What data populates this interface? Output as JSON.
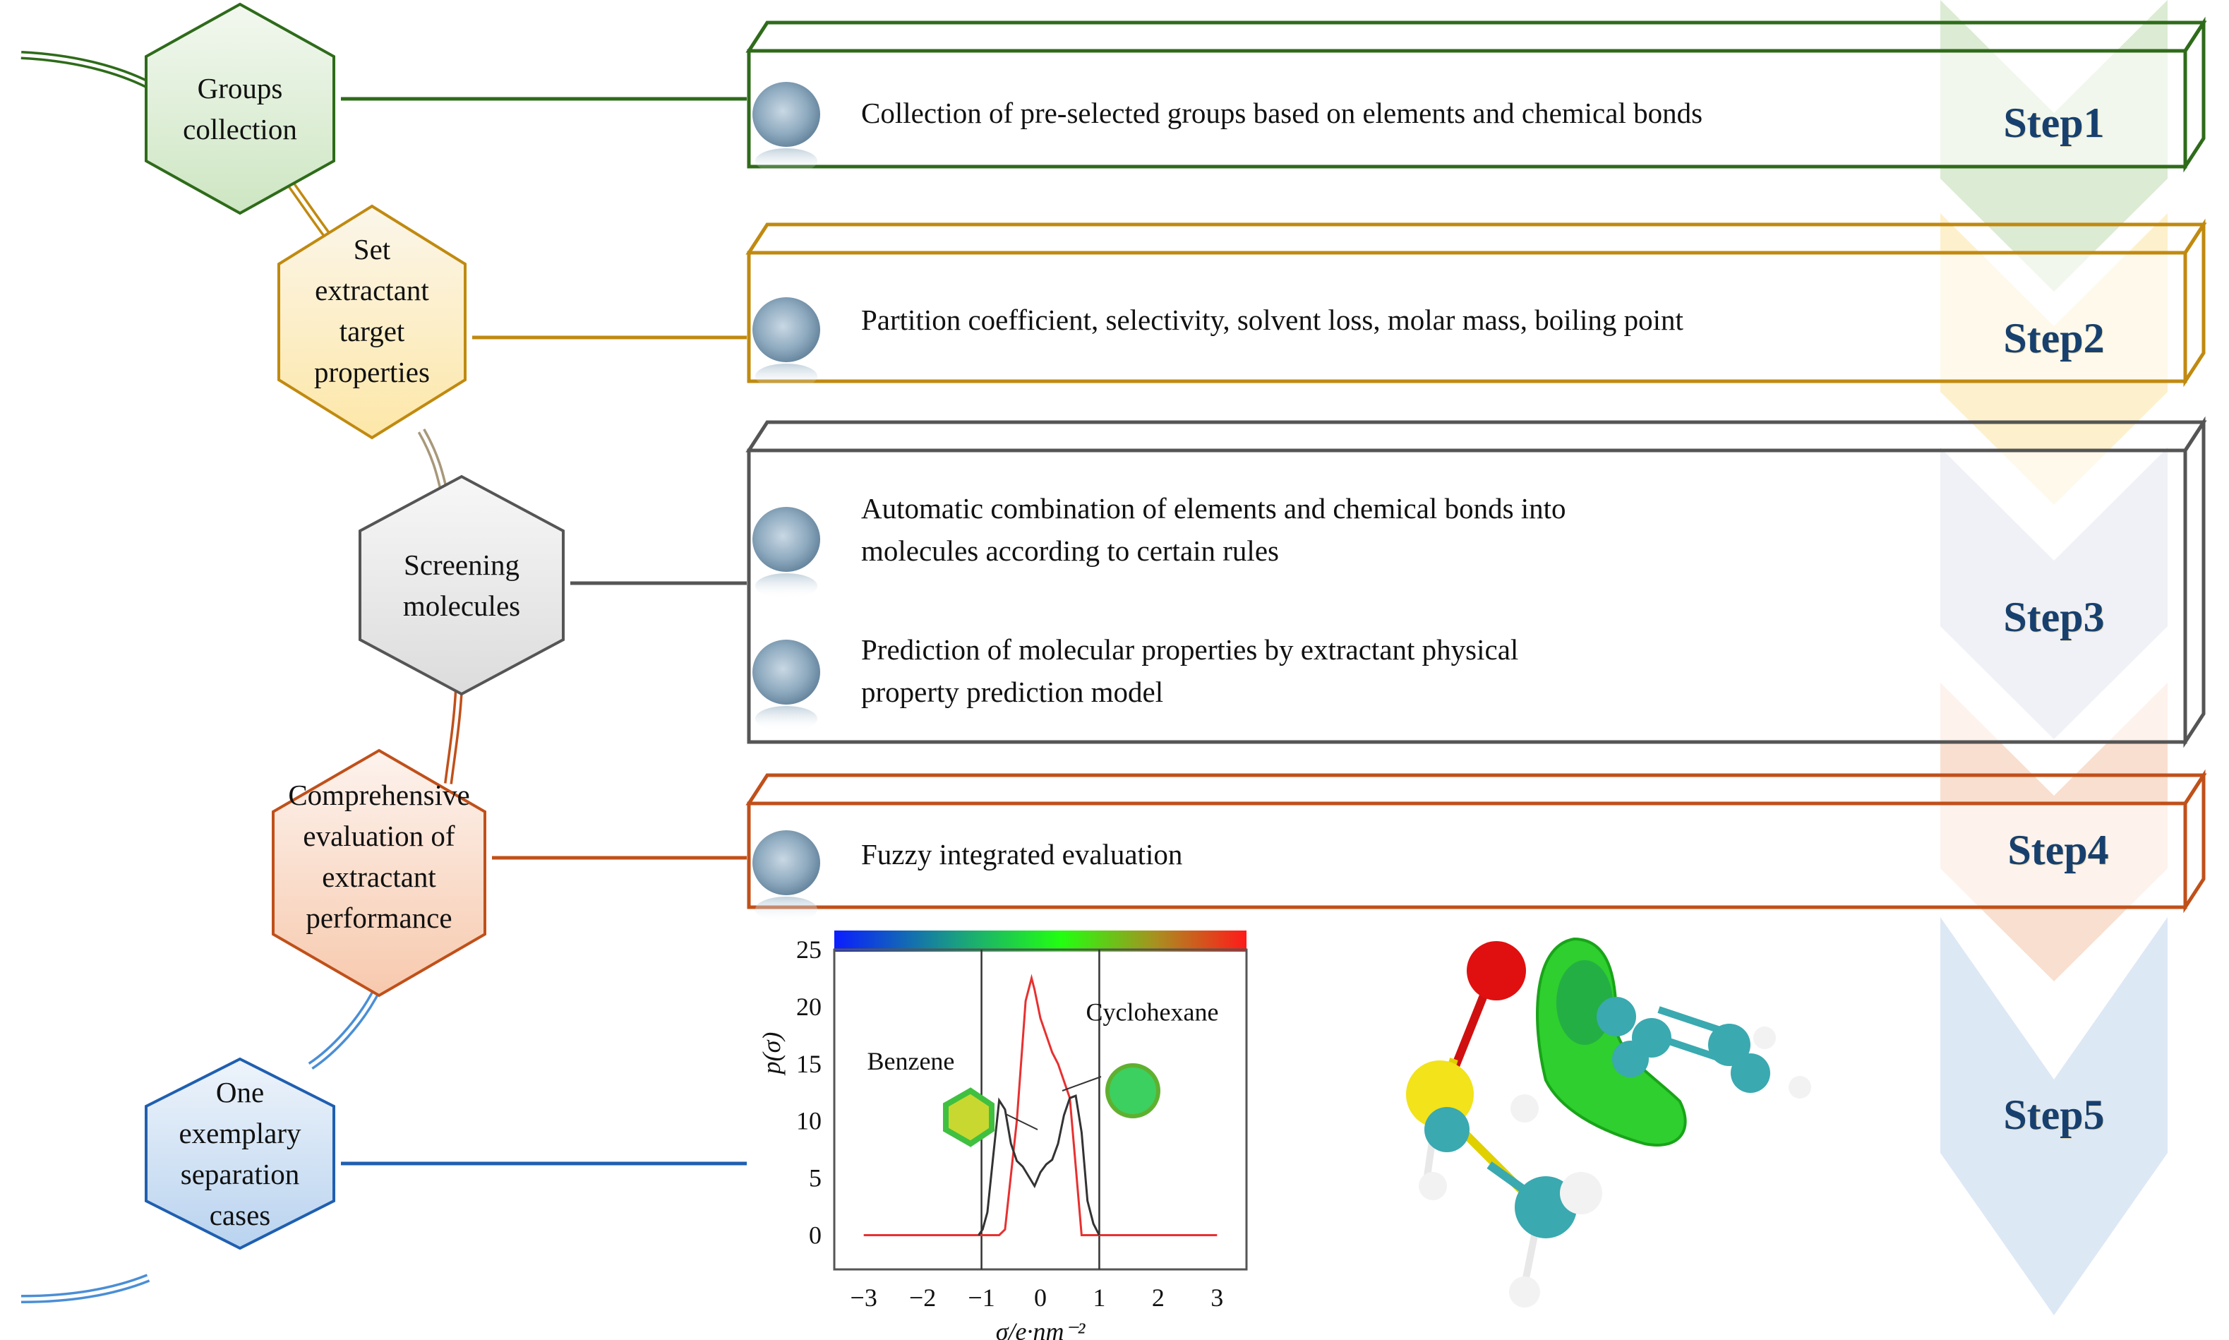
{
  "diagram": {
    "nodes": [
      {
        "id": "groups",
        "label": "Groups collection",
        "lines": [
          "Groups",
          "collection"
        ],
        "color": "#2e6b1a",
        "fill_top": "#f3f8f0",
        "fill_bottom": "#cde6c2"
      },
      {
        "id": "targets",
        "label": "Set extractant target properties",
        "lines": [
          "Set",
          "extractant",
          "target",
          "properties"
        ],
        "color": "#c08a10",
        "fill_top": "#fbf6ea",
        "fill_bottom": "#fde7a8"
      },
      {
        "id": "screening",
        "label": "Screening molecules",
        "lines": [
          "Screening",
          "molecules"
        ],
        "color": "#555555",
        "fill_top": "#f7f7f7",
        "fill_bottom": "#dcdcdc"
      },
      {
        "id": "evaluation",
        "label": "Comprehensive evaluation of extractant performance",
        "lines": [
          "Comprehensive",
          "evaluation of",
          "extractant",
          "performance"
        ],
        "color": "#c0501a",
        "fill_top": "#fdf3ee",
        "fill_bottom": "#f7c9ad"
      },
      {
        "id": "case",
        "label": "One exemplary separation cases",
        "lines": [
          "One",
          "exemplary",
          "separation",
          "cases"
        ],
        "color": "#1f5fb0",
        "fill_top": "#eef4fb",
        "fill_bottom": "#b9d3ef"
      }
    ],
    "boxes": [
      {
        "step": "Step1",
        "color": "#2e6b1a",
        "items": [
          [
            "Collection of pre-selected groups based on elements and chemical bonds"
          ]
        ]
      },
      {
        "step": "Step2",
        "color": "#c08a10",
        "items": [
          [
            "Partition coefficient, selectivity, solvent loss, molar mass, boiling point"
          ]
        ]
      },
      {
        "step": "Step3",
        "color": "#555555",
        "items": [
          [
            "Automatic combination of elements and chemical bonds into",
            "molecules according to certain rules"
          ],
          [
            "Prediction of molecular properties by extractant physical",
            "property prediction model"
          ]
        ]
      },
      {
        "step": "Step4",
        "color": "#c0501a",
        "items": [
          [
            "Fuzzy integrated evaluation"
          ]
        ]
      }
    ],
    "steps": [
      {
        "label": "Step1",
        "color": "#dcebd3"
      },
      {
        "label": "Step2",
        "color": "#fdf0cc"
      },
      {
        "label": "Step3",
        "color": "#d6dde8"
      },
      {
        "label": "Step4",
        "color": "#f9dfcf"
      },
      {
        "label": "Step5",
        "color": "#dde8f5"
      }
    ],
    "molecule_caption": "3D molecular interaction illustration"
  },
  "chart_data": {
    "type": "line",
    "title": "",
    "xlabel": "σ/e·nm⁻²",
    "ylabel": "p(σ)",
    "xlim": [
      -3.5,
      3.5
    ],
    "ylim": [
      -3,
      25
    ],
    "xticks": [
      "−3",
      "−2",
      "−1",
      "0",
      "1",
      "2",
      "3"
    ],
    "xtick_values": [
      -3,
      -2,
      -1,
      0,
      1,
      2,
      3
    ],
    "yticks": [
      "0",
      "5",
      "10",
      "15",
      "20",
      "25"
    ],
    "ytick_values": [
      0,
      5,
      10,
      15,
      20,
      25
    ],
    "vlines": [
      -1,
      1
    ],
    "colorbar": [
      "#0a1dff",
      "#1aa080",
      "#22ff10",
      "#a89020",
      "#ff1a1a"
    ],
    "annotations": [
      {
        "text": "Benzene",
        "x": -2.2,
        "y": 14.5
      },
      {
        "text": "Cyclohexane",
        "x": 1.9,
        "y": 18.8
      }
    ],
    "series": [
      {
        "name": "Cyclohexane",
        "color": "#e83030",
        "x": [
          -3,
          -1.5,
          -0.7,
          -0.6,
          -0.4,
          -0.25,
          -0.15,
          -0.1,
          0.0,
          0.2,
          0.3,
          0.5,
          0.6,
          0.7,
          1.0,
          1.5,
          3.0
        ],
        "y": [
          0,
          0,
          0,
          0.5,
          10,
          20.5,
          22.5,
          21.5,
          19,
          16,
          15,
          12,
          6,
          0,
          0,
          0,
          0
        ]
      },
      {
        "name": "Benzene",
        "color": "#333333",
        "x": [
          -1.05,
          -0.98,
          -0.9,
          -0.8,
          -0.7,
          -0.6,
          -0.5,
          -0.4,
          -0.3,
          -0.1,
          0.0,
          0.1,
          0.2,
          0.3,
          0.4,
          0.5,
          0.6,
          0.7,
          0.8,
          0.9,
          1.0
        ],
        "y": [
          0,
          0.5,
          2,
          7,
          11.8,
          11,
          8,
          6.5,
          6,
          4.3,
          5.5,
          6.2,
          6.6,
          8,
          10.5,
          12,
          12.2,
          9,
          3,
          1,
          0
        ]
      }
    ]
  }
}
